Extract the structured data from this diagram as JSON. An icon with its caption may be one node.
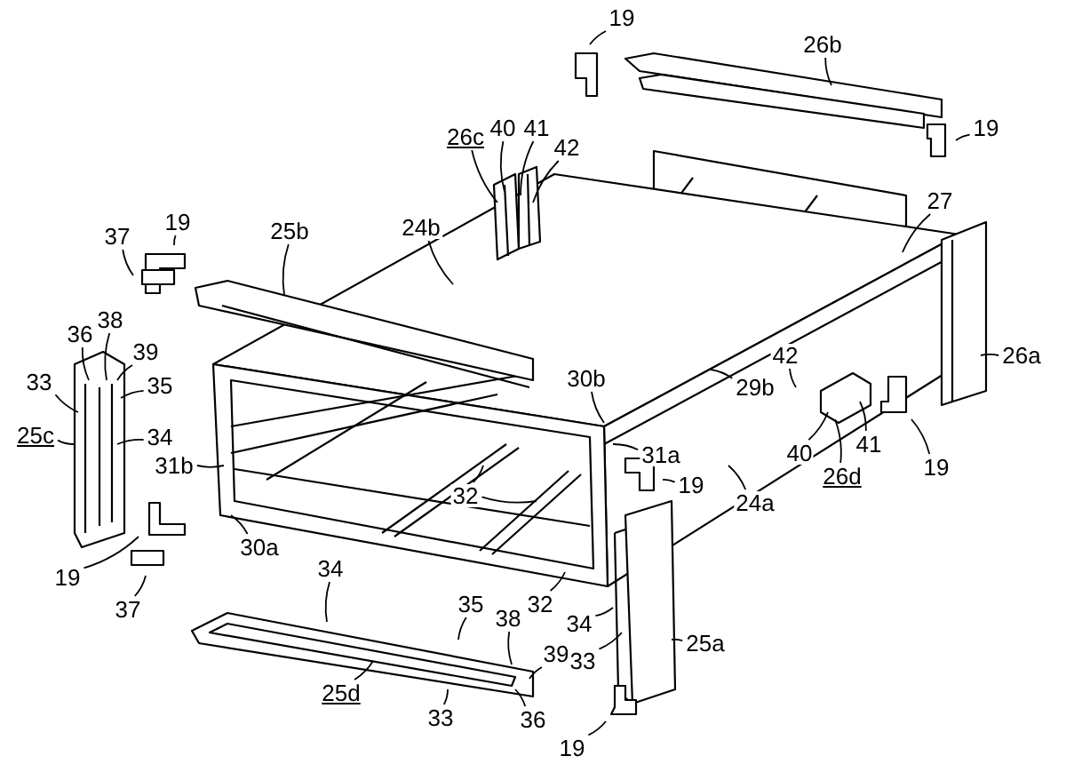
{
  "diagram": {
    "nodes": [
      {
        "text": [
          "19"
        ]
      },
      {
        "text": [
          "37"
        ]
      },
      {
        "text": [
          "25b"
        ]
      },
      {
        "text": [
          "24b"
        ]
      },
      {
        "text": [
          "26c"
        ]
      },
      {
        "text": [
          "40"
        ]
      },
      {
        "text": [
          "41"
        ]
      },
      {
        "text": [
          "42"
        ]
      },
      {
        "text": [
          "19"
        ]
      },
      {
        "text": [
          "26b"
        ]
      },
      {
        "text": [
          "19"
        ]
      },
      {
        "text": [
          "27"
        ]
      },
      {
        "text": [
          "36"
        ]
      },
      {
        "text": [
          "38"
        ]
      },
      {
        "text": [
          "39"
        ]
      },
      {
        "text": [
          "33"
        ]
      },
      {
        "text": [
          "35"
        ]
      },
      {
        "text": [
          "25c"
        ]
      },
      {
        "text": [
          "34"
        ]
      },
      {
        "text": [
          "30b"
        ]
      },
      {
        "text": [
          "29b"
        ]
      },
      {
        "text": [
          "42"
        ]
      },
      {
        "text": [
          "26a"
        ]
      },
      {
        "text": [
          "31b"
        ]
      },
      {
        "text": [
          "30a"
        ]
      },
      {
        "text": [
          "32"
        ]
      },
      {
        "text": [
          "31a"
        ]
      },
      {
        "text": [
          "19"
        ]
      },
      {
        "text": [
          "24a"
        ]
      },
      {
        "text": [
          "40"
        ]
      },
      {
        "text": [
          "41"
        ]
      },
      {
        "text": [
          "26d"
        ]
      },
      {
        "text": [
          "19"
        ]
      },
      {
        "text": [
          "32"
        ]
      },
      {
        "text": [
          "19"
        ]
      },
      {
        "text": [
          "37"
        ]
      },
      {
        "text": [
          "34"
        ]
      },
      {
        "text": [
          "35"
        ]
      },
      {
        "text": [
          "38"
        ]
      },
      {
        "text": [
          "34"
        ]
      },
      {
        "text": [
          "39"
        ]
      },
      {
        "text": [
          "33"
        ]
      },
      {
        "text": [
          "25a"
        ]
      },
      {
        "text": [
          "36"
        ]
      },
      {
        "text": [
          "25d"
        ]
      },
      {
        "text": [
          "33"
        ]
      },
      {
        "text": [
          "19"
        ]
      }
    ],
    "edges": [
      {
        "from": 0,
        "to": null,
        "arrow": "none"
      },
      {
        "from": 1,
        "to": null,
        "arrow": "none"
      },
      {
        "from": 2,
        "to": null,
        "arrow": "none"
      },
      {
        "from": 3,
        "to": null,
        "arrow": "none"
      },
      {
        "from": 4,
        "to": null,
        "arrow": "none"
      },
      {
        "from": 5,
        "to": null,
        "arrow": "none"
      },
      {
        "from": 6,
        "to": null,
        "arrow": "none"
      },
      {
        "from": 7,
        "to": null,
        "arrow": "none"
      },
      {
        "from": 8,
        "to": null,
        "arrow": "none"
      },
      {
        "from": 9,
        "to": null,
        "arrow": "none"
      },
      {
        "from": 10,
        "to": null,
        "arrow": "none"
      },
      {
        "from": 11,
        "to": null,
        "arrow": "none"
      },
      {
        "from": 12,
        "to": null,
        "arrow": "none"
      },
      {
        "from": 13,
        "to": null,
        "arrow": "none"
      },
      {
        "from": 14,
        "to": null,
        "arrow": "none"
      },
      {
        "from": 15,
        "to": null,
        "arrow": "none"
      },
      {
        "from": 16,
        "to": null,
        "arrow": "none"
      },
      {
        "from": 17,
        "to": null,
        "arrow": "none"
      },
      {
        "from": 18,
        "to": null,
        "arrow": "none"
      },
      {
        "from": 19,
        "to": null,
        "arrow": "none"
      },
      {
        "from": 20,
        "to": null,
        "arrow": "none"
      },
      {
        "from": 21,
        "to": null,
        "arrow": "none"
      },
      {
        "from": 22,
        "to": null,
        "arrow": "none"
      },
      {
        "from": 23,
        "to": null,
        "arrow": "none"
      },
      {
        "from": 24,
        "to": null,
        "arrow": "none"
      },
      {
        "from": 25,
        "to": null,
        "arrow": "none"
      },
      {
        "from": 25,
        "to": null,
        "arrow": "none"
      },
      {
        "from": 26,
        "to": null,
        "arrow": "none"
      },
      {
        "from": 27,
        "to": null,
        "arrow": "none"
      },
      {
        "from": 28,
        "to": null,
        "arrow": "none"
      },
      {
        "from": 29,
        "to": null,
        "arrow": "none"
      },
      {
        "from": 30,
        "to": null,
        "arrow": "none"
      },
      {
        "from": 31,
        "to": null,
        "arrow": "none"
      },
      {
        "from": 32,
        "to": null,
        "arrow": "none"
      },
      {
        "from": 33,
        "to": null,
        "arrow": "none"
      },
      {
        "from": 34,
        "to": null,
        "arrow": "none"
      },
      {
        "from": 35,
        "to": null,
        "arrow": "none"
      },
      {
        "from": 36,
        "to": null,
        "arrow": "none"
      },
      {
        "from": 37,
        "to": null,
        "arrow": "none"
      },
      {
        "from": 38,
        "to": null,
        "arrow": "none"
      },
      {
        "from": 39,
        "to": null,
        "arrow": "none"
      },
      {
        "from": 40,
        "to": null,
        "arrow": "none"
      },
      {
        "from": 41,
        "to": null,
        "arrow": "none"
      },
      {
        "from": 42,
        "to": null,
        "arrow": "none"
      },
      {
        "from": 43,
        "to": null,
        "arrow": "none"
      },
      {
        "from": 44,
        "to": null,
        "arrow": "none"
      },
      {
        "from": 45,
        "to": null,
        "arrow": "none"
      },
      {
        "from": 46,
        "to": null,
        "arrow": "none"
      }
    ]
  }
}
